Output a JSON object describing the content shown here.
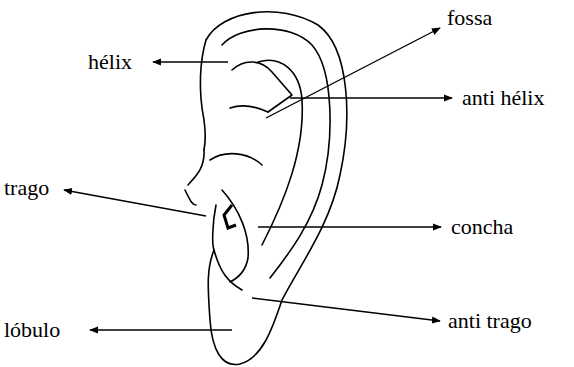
{
  "diagram": {
    "labels": [
      "fossa",
      "hélix",
      "anti hélix",
      "trago",
      "concha",
      "anti trago",
      "lóbulo"
    ]
  }
}
